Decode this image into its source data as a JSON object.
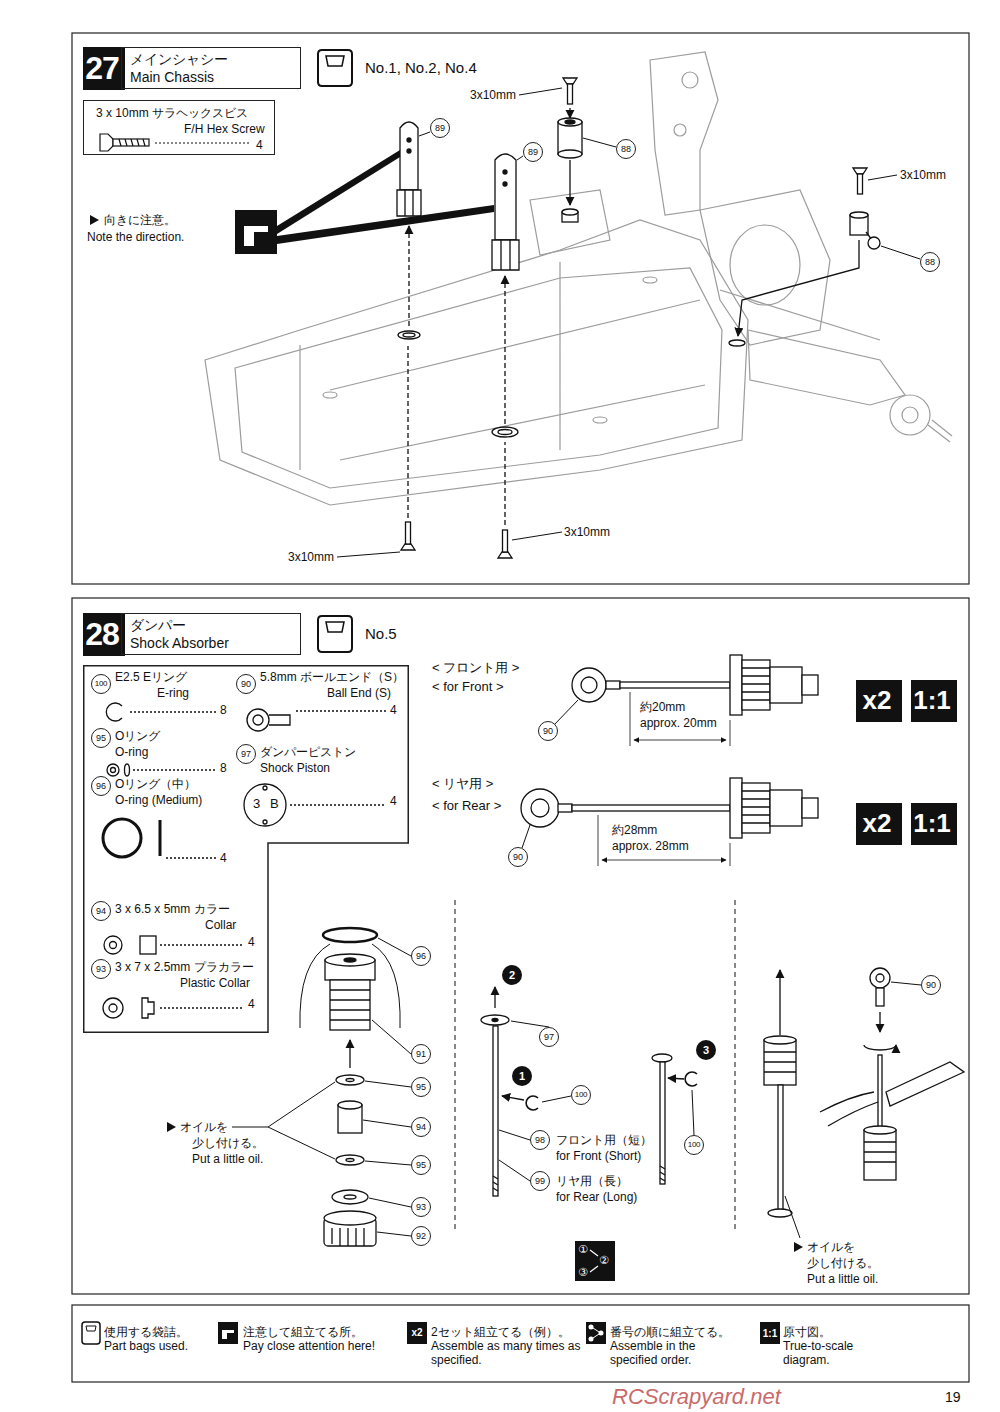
{
  "diagram": {
    "nodes": [
      {
        "text": [
          "27"
        ]
      },
      {
        "text": [
          "メインシャシー",
          "Main Chassis"
        ]
      },
      {
        "text": [
          "3 x 10mm サラヘックスビス",
          "F/H Hex Screw",
          "4"
        ]
      },
      {
        "text": [
          "28"
        ]
      },
      {
        "text": [
          "ダンパー",
          "Shock Absorber"
        ]
      },
      {
        "text": [
          "100",
          "E2.5 Eリング",
          "E-ring",
          "8",
          "90",
          "5.8mm ボールエンド（S）",
          "Ball End (S)",
          "4",
          "95",
          "Oリング",
          "O-ring",
          "8",
          "97",
          "ダンパーピストン",
          "Shock Piston",
          "3",
          "B",
          "4",
          "96",
          "Oリング（中）",
          "O-ring (Medium)",
          "4",
          "94",
          "3 x 6.5 x 5mm カラー",
          "Collar",
          "4",
          "93",
          "3 x 7 x 2.5mm プラカラー",
          "Plastic Collar",
          "4"
        ]
      },
      {
        "text": [
          "x2"
        ]
      },
      {
        "text": [
          "1:1"
        ]
      },
      {
        "text": [
          "x2"
        ]
      },
      {
        "text": [
          "1:1"
        ]
      },
      {
        "text": [
          "①",
          "②",
          "③"
        ]
      }
    ],
    "labels": [
      "No.1, No.2, No.4",
      "3x10mm",
      "89",
      "89",
      "88",
      "3x10mm",
      "88",
      "向きに注意。",
      "Note the direction.",
      "3x10mm",
      "3x10mm",
      "No.5",
      "< フロント用 >",
      "< for Front >",
      "90",
      "約20mm",
      "approx. 20mm",
      "< リヤ用 >",
      "< for Rear >",
      "90",
      "約28mm",
      "approx. 28mm",
      "96",
      "91",
      "95",
      "94",
      "95",
      "93",
      "92",
      "オイルを",
      "少し付ける。",
      "Put a little oil.",
      "2",
      "97",
      "1",
      "100",
      "98",
      "フロント用（短）",
      "for Front (Short)",
      "99",
      "リヤ用（長）",
      "for Rear (Long)",
      "3",
      "100",
      "90",
      "オイルを",
      "少し付ける。",
      "Put a little oil.",
      "x2",
      "1:1",
      "19",
      "RCScrapyard.net"
    ],
    "legend": [
      {
        "text": "使用する袋詰。 Part bags used."
      },
      {
        "text": "注意して組立てる所。 Pay close attention here!"
      },
      {
        "text": "2セット組立てる（例）。 Assemble as many times as specified."
      },
      {
        "text": "番号の順に組立てる。 Assemble in the specified order."
      },
      {
        "text": "原寸図。 True-to-scale diagram."
      }
    ]
  }
}
